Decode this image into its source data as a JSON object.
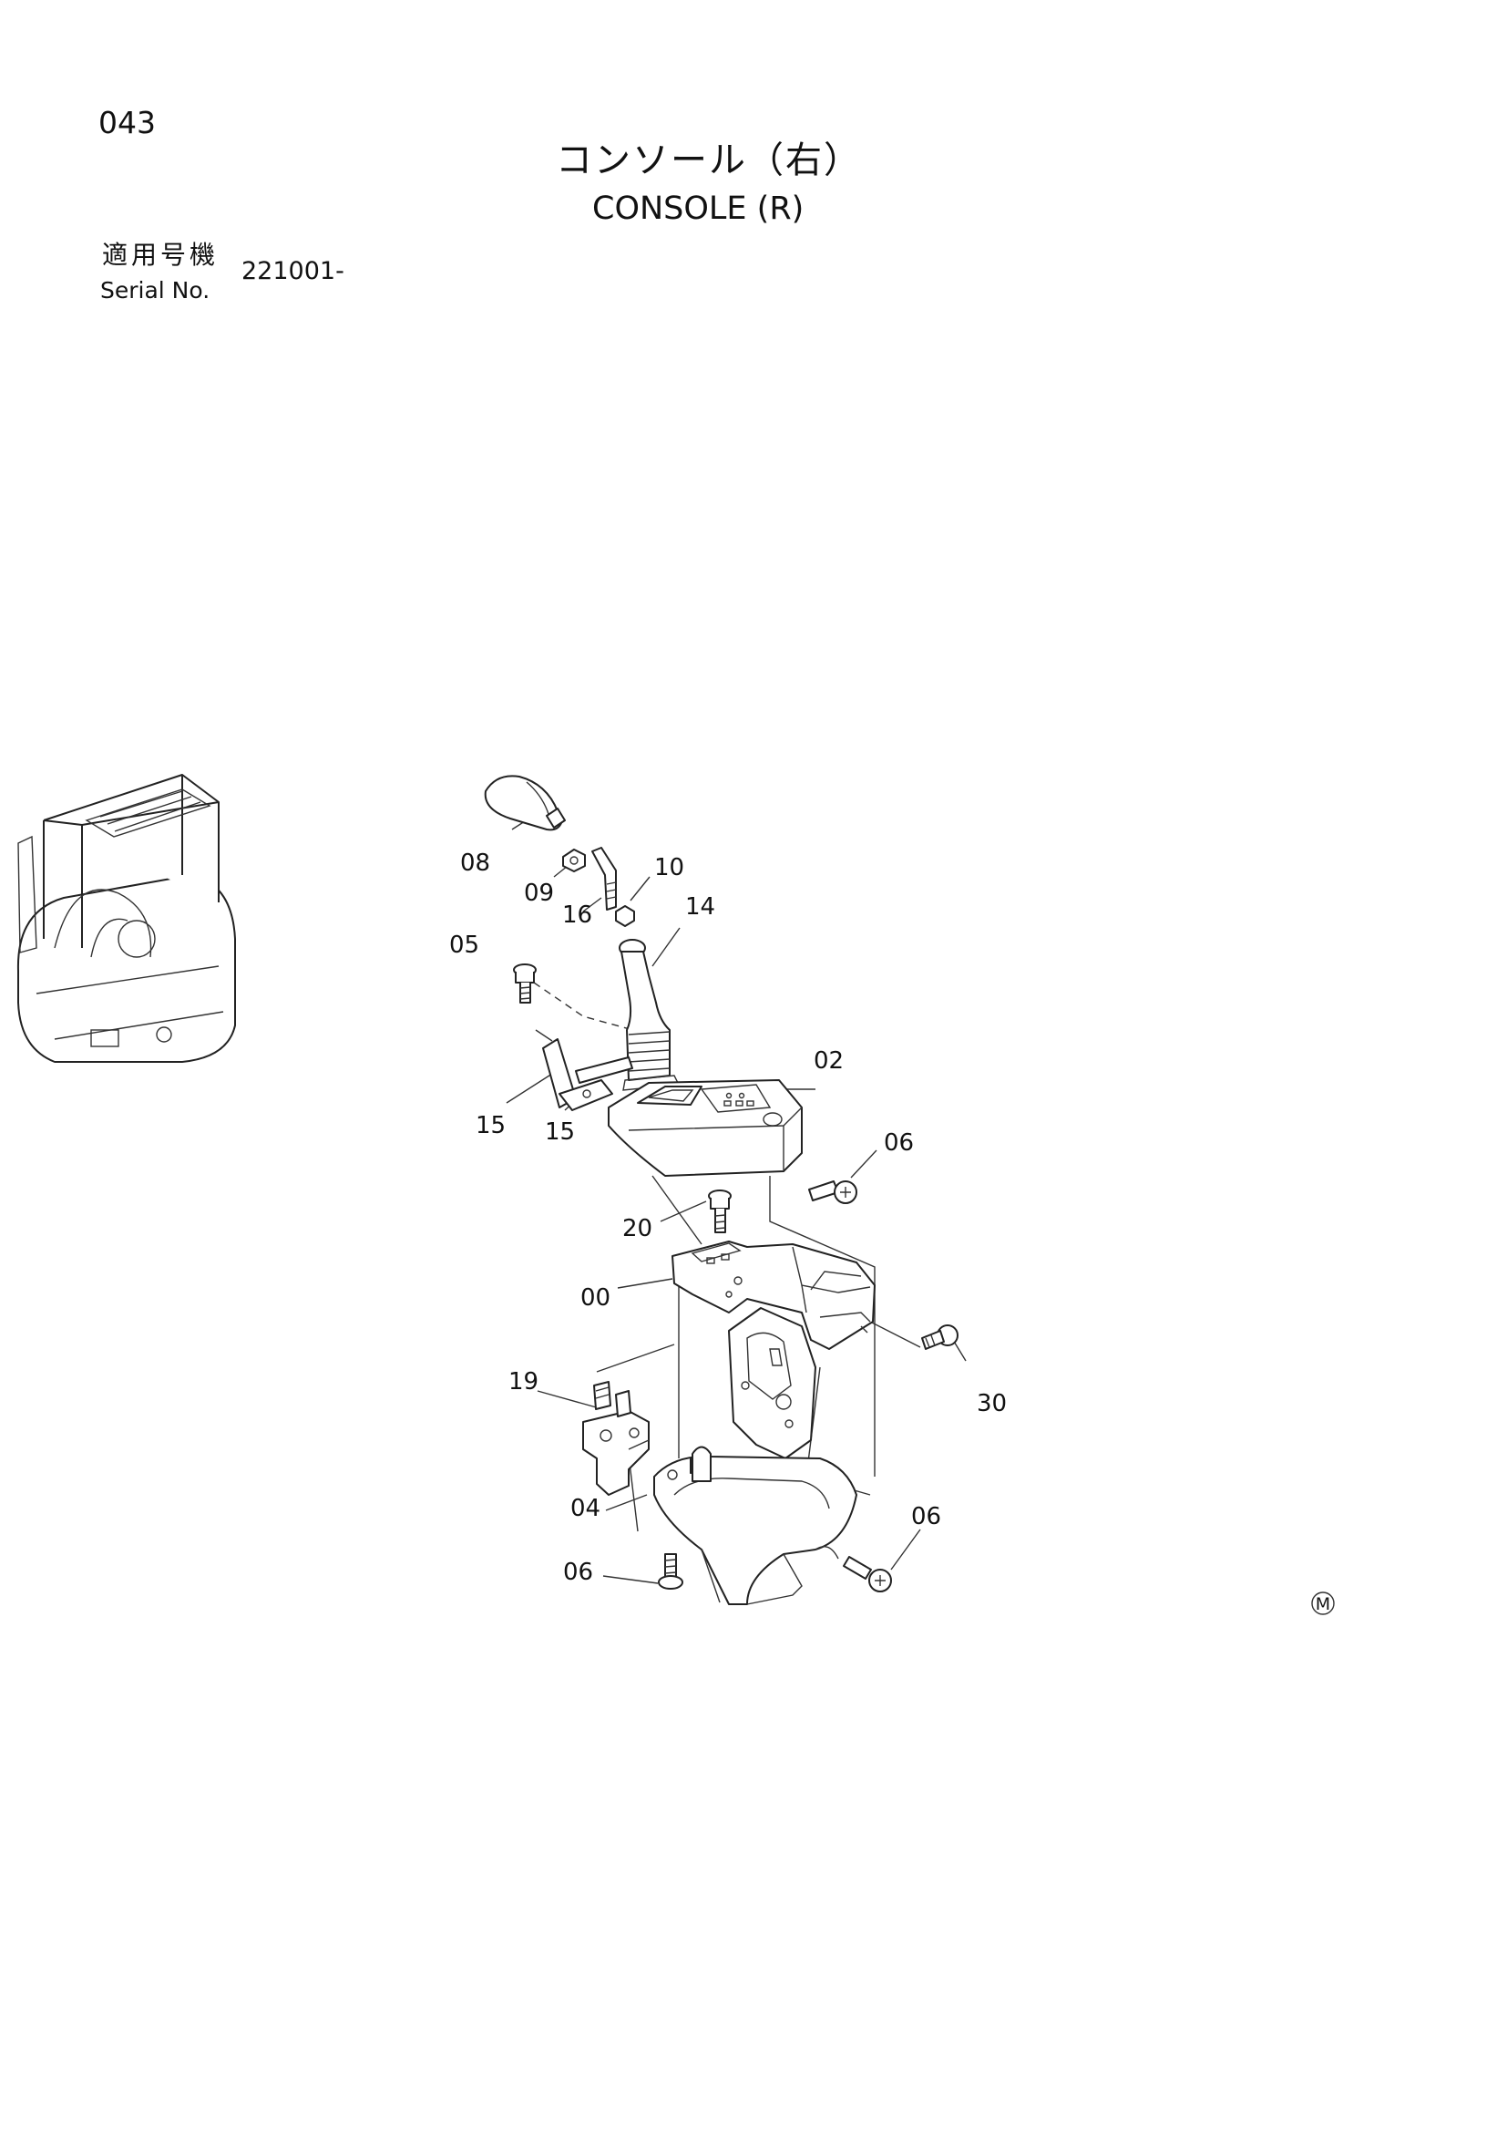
{
  "page_number": "043",
  "title_jp": "コンソール（右）",
  "title_en": "CONSOLE (R)",
  "serial": {
    "label_jp": "適用号機",
    "label_en": "Serial No.",
    "value": "221001-"
  },
  "callouts": {
    "c00": "00",
    "c02": "02",
    "c04": "04",
    "c05": "05",
    "c06a": "06",
    "c06b": "06",
    "c06c": "06",
    "c08": "08",
    "c09": "09",
    "c10": "10",
    "c14": "14",
    "c15a": "15",
    "c15b": "15",
    "c16": "16",
    "c19": "19",
    "c20": "20",
    "c30": "30"
  },
  "corner_mark": "M"
}
